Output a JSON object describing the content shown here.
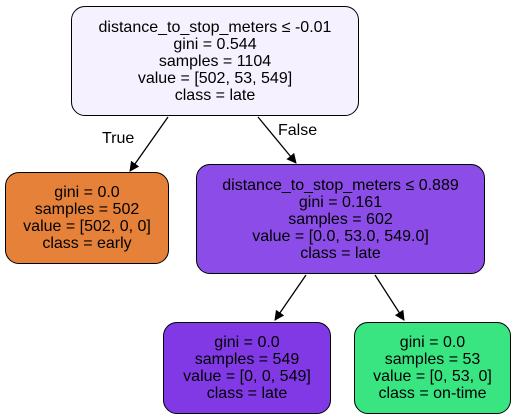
{
  "tree": {
    "nodes": [
      {
        "id": "root",
        "split": "distance_to_stop_meters ≤ -0.01",
        "gini": "gini = 0.544",
        "samples": "samples = 1104",
        "value": "value = [502, 53, 549]",
        "class": "class = late",
        "fill": "#f5f1fe"
      },
      {
        "id": "left",
        "split": "",
        "gini": "gini = 0.0",
        "samples": "samples = 502",
        "value": "value = [502, 0, 0]",
        "class": "class = early",
        "fill": "#e58139"
      },
      {
        "id": "right",
        "split": "distance_to_stop_meters ≤ 0.889",
        "gini": "gini = 0.161",
        "samples": "samples = 602",
        "value": "value = [0.0, 53.0, 549.0]",
        "class": "class = late",
        "fill": "#8c4ce8"
      },
      {
        "id": "right-left",
        "split": "",
        "gini": "gini = 0.0",
        "samples": "samples = 549",
        "value": "value = [0, 0, 549]",
        "class": "class = late",
        "fill": "#8139e5"
      },
      {
        "id": "right-right",
        "split": "",
        "gini": "gini = 0.0",
        "samples": "samples = 53",
        "value": "value = [0, 53, 0]",
        "class": "class = on-time",
        "fill": "#39e581"
      }
    ],
    "edge_labels": {
      "true": "True",
      "false": "False"
    }
  }
}
